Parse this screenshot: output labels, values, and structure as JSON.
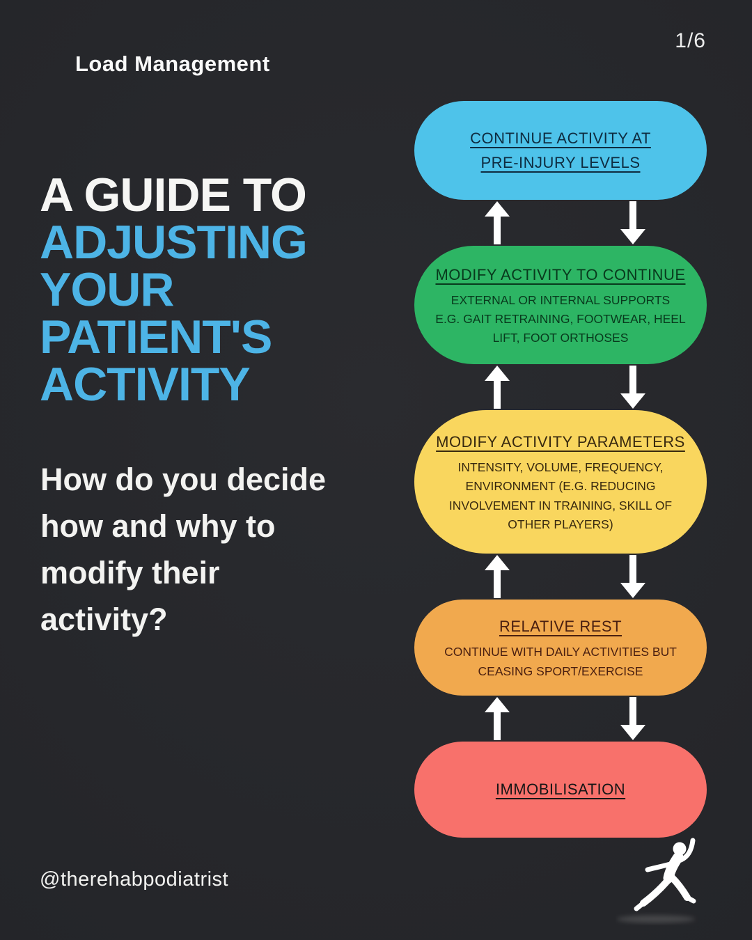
{
  "header": {
    "brand": "Load Management",
    "page_number": "1/6"
  },
  "title": {
    "lines": [
      "A GUIDE TO",
      "ADJUSTING",
      "YOUR",
      "PATIENT'S",
      "ACTIVITY"
    ],
    "primary_color": "#f6f6f4",
    "accent_color": "#4db4e6"
  },
  "subtitle": {
    "lines": [
      "How do you decide",
      "how and why to",
      "modify their",
      "activity?"
    ]
  },
  "flowchart": {
    "arrow_color": "#ffffff",
    "steps": [
      {
        "name": "continue-activity",
        "heading": "CONTINUE ACTIVITY AT\nPRE-INJURY LEVELS",
        "bg": "#4ec3ea",
        "text_color": "#0e2c40"
      },
      {
        "name": "modify-activity-to-continue",
        "heading": "MODIFY ACTIVITY TO CONTINUE",
        "body": "EXTERNAL OR INTERNAL SUPPORTS\nE.G. GAIT RETRAINING, FOOTWEAR, HEEL\nLIFT, FOOT ORTHOSES",
        "bg": "#2db564",
        "text_color": "#083a1d"
      },
      {
        "name": "modify-activity-parameters",
        "heading": "MODIFY ACTIVITY PARAMETERS",
        "body": "INTENSITY, VOLUME, FREQUENCY,\nENVIRONMENT (E.G. REDUCING\nINVOLVEMENT IN TRAINING, SKILL OF\nOTHER PLAYERS)",
        "bg": "#f9d65e",
        "text_color": "#38290f"
      },
      {
        "name": "relative-rest",
        "heading": "RELATIVE REST",
        "body": "CONTINUE WITH DAILY ACTIVITIES BUT\nCEASING SPORT/EXERCISE",
        "bg": "#f1a94e",
        "text_color": "#4a1f10"
      },
      {
        "name": "immobilisation",
        "heading": "IMMOBILISATION",
        "bg": "#f8716b",
        "text_color": "#161616"
      }
    ]
  },
  "footer": {
    "handle": "@therehabpodiatrist"
  }
}
